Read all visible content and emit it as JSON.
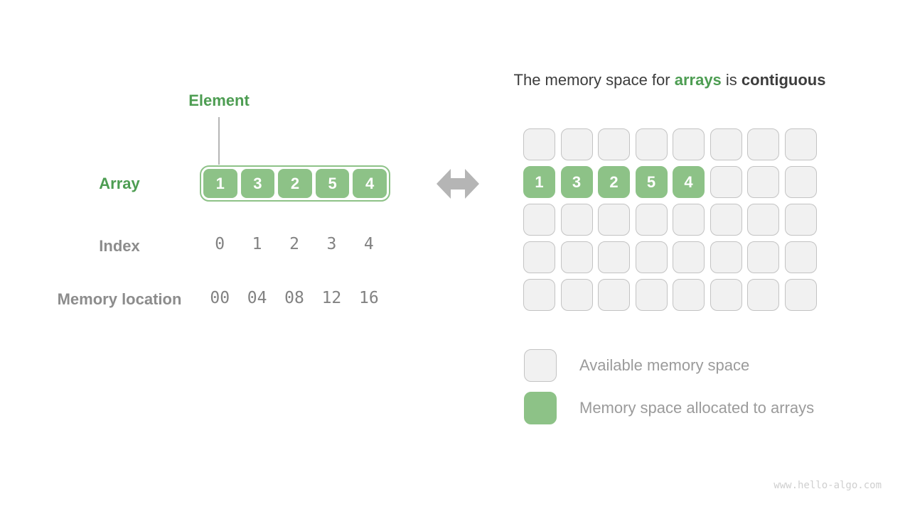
{
  "colors": {
    "green_fill": "#8dc287",
    "green_text": "#4d9d52",
    "gray_label": "#8c8c8c",
    "mono_value": "#828282",
    "title_text": "#3d3d3d",
    "available_cell_fill": "#f1f1f1",
    "available_cell_border": "#c3c3c3",
    "arrow": "#b5b5b5",
    "legend_text": "#9b9b9b",
    "watermark": "#cfcfcf"
  },
  "left_diagram": {
    "element_label": "Element",
    "array_label": "Array",
    "array_values": [
      "1",
      "3",
      "2",
      "5",
      "4"
    ],
    "index_label": "Index",
    "index_values": [
      "0",
      "1",
      "2",
      "3",
      "4"
    ],
    "memory_location_label": "Memory location",
    "memory_location_values": [
      "00",
      "04",
      "08",
      "12",
      "16"
    ]
  },
  "right_diagram": {
    "title": {
      "prefix": "The memory space for ",
      "arrays_word": "arrays",
      "middle": " is ",
      "contiguous_word": "contiguous"
    },
    "grid": {
      "rows": 5,
      "cols": 8,
      "allocated": [
        {
          "row": 1,
          "col": 0,
          "value": "1"
        },
        {
          "row": 1,
          "col": 1,
          "value": "3"
        },
        {
          "row": 1,
          "col": 2,
          "value": "2"
        },
        {
          "row": 1,
          "col": 3,
          "value": "5"
        },
        {
          "row": 1,
          "col": 4,
          "value": "4"
        }
      ]
    },
    "legend": [
      {
        "type": "available",
        "label": "Available memory space"
      },
      {
        "type": "allocated",
        "label": "Memory space allocated to arrays"
      }
    ]
  },
  "watermark": "www.hello-algo.com"
}
